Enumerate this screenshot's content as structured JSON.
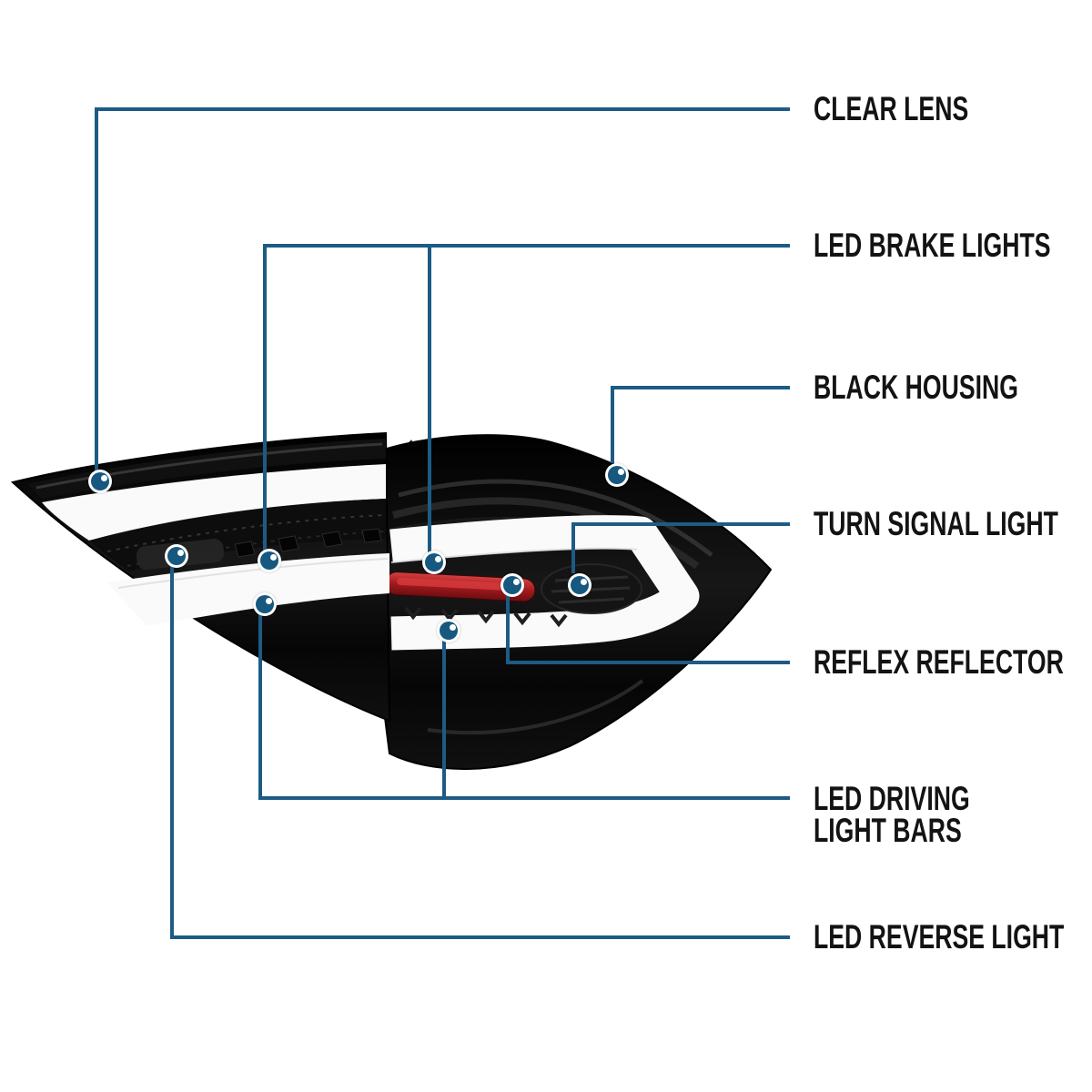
{
  "colors": {
    "line": "#1d5b85",
    "dot": "#16587f",
    "label_text": "#131313",
    "lamp_black": "#0a0a0a",
    "led_bar_white": "#fafafa",
    "reflector_red": "#b02025"
  },
  "callouts": [
    {
      "id": "clear-lens",
      "label": "CLEAR LENS"
    },
    {
      "id": "led-brake-lights",
      "label": "LED BRAKE LIGHTS"
    },
    {
      "id": "black-housing",
      "label": "BLACK HOUSING"
    },
    {
      "id": "turn-signal-light",
      "label": "TURN SIGNAL LIGHT"
    },
    {
      "id": "reflex-reflector",
      "label": "REFLEX REFLECTOR"
    },
    {
      "id": "led-driving-light-bars",
      "label": "LED DRIVING",
      "label2": "LIGHT BARS"
    },
    {
      "id": "led-reverse-light",
      "label": "LED REVERSE LIGHT"
    }
  ]
}
